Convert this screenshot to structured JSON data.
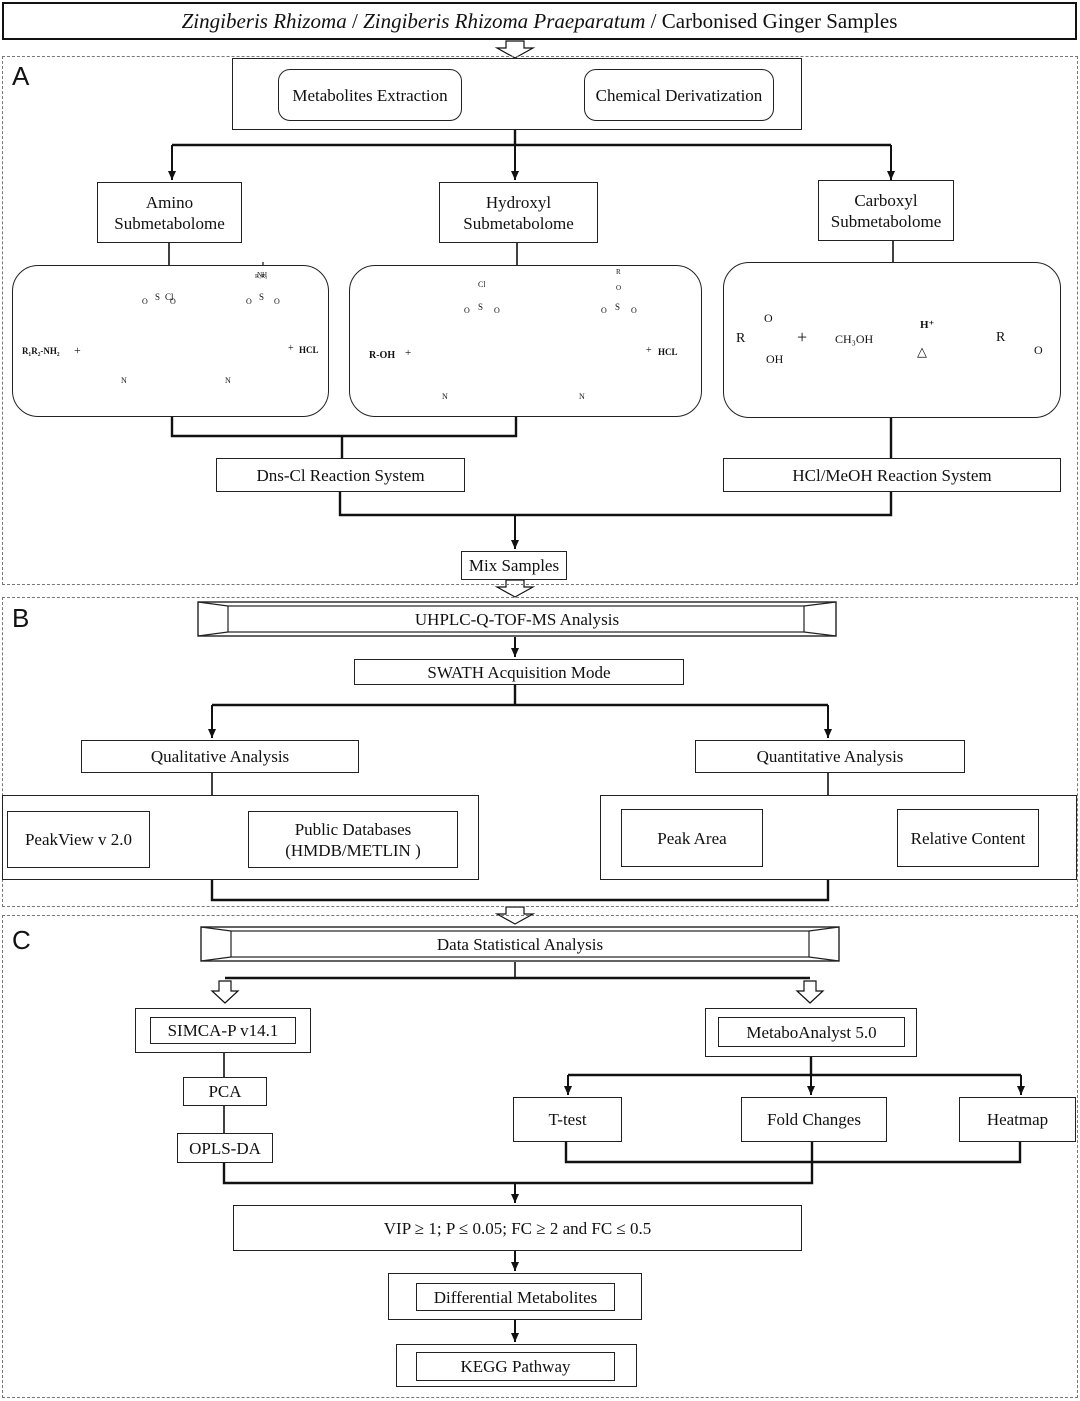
{
  "title": {
    "part1": "Zingiberis Rhizoma",
    "sep1": " / ",
    "part2": "Zingiberis Rhizoma Praeparatum",
    "sep2": " / ",
    "part3": "Carbonised Ginger Samples"
  },
  "sections": {
    "a": "A",
    "b": "B",
    "c": "C"
  },
  "a": {
    "extraction": "Metabolites Extraction",
    "derivatization": "Chemical Derivatization",
    "amino": "Amino\nSubmetabolome",
    "hydroxyl": "Hydroxyl\nSubmetabolome",
    "carboxyl": "Carboxyl\nSubmetabolome",
    "dns_system": "Dns-Cl Reaction System",
    "hcl_system": "HCl/MeOH Reaction System",
    "mix": "Mix Samples",
    "chem": {
      "amine_reagent": "R₁R₂-NH₂",
      "plus": "+",
      "cl": "Cl",
      "s": "S",
      "o": "O",
      "n": "N",
      "nh": "NH",
      "r1r2": "R₁R₂",
      "hcl": "HCL",
      "alcohol": "R-OH",
      "r": "R",
      "oh": "OH",
      "methanol": "CH₃OH",
      "h_plus": "H⁺",
      "delta": "△"
    }
  },
  "b": {
    "uhplc": "UHPLC-Q-TOF-MS Analysis",
    "swath": "SWATH Acquisition Mode",
    "qualitative": "Qualitative Analysis",
    "quantitative": "Quantitative Analysis",
    "peakview": "PeakView v 2.0",
    "databases": "Public Databases\n(HMDB/METLIN )",
    "peak_area": "Peak Area",
    "relative": "Relative Content"
  },
  "c": {
    "stat": "Data Statistical Analysis",
    "simca": "SIMCA-P v14.1",
    "metabo": "MetaboAnalyst 5.0",
    "pca": "PCA",
    "oplsda": "OPLS-DA",
    "ttest": "T-test",
    "fold": "Fold Changes",
    "heatmap": "Heatmap",
    "criteria": "VIP ≥ 1; P ≤ 0.05; FC ≥ 2 and FC ≤ 0.5",
    "diff": "Differential Metabolites",
    "kegg": "KEGG Pathway"
  }
}
